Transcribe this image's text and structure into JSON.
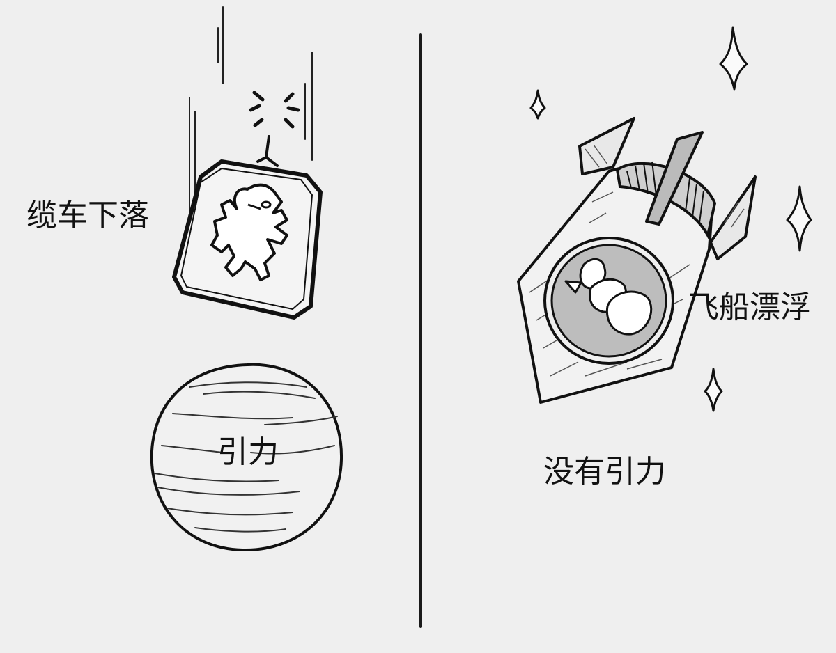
{
  "left_panel": {
    "cable_car_label": "缆车下落",
    "planet_label": "引力"
  },
  "right_panel": {
    "spaceship_label": "飞船漂浮",
    "no_gravity_label": "没有引力"
  },
  "colors": {
    "background": "#efefef",
    "ink": "#111111",
    "window_fill": "#bdbdbd"
  }
}
